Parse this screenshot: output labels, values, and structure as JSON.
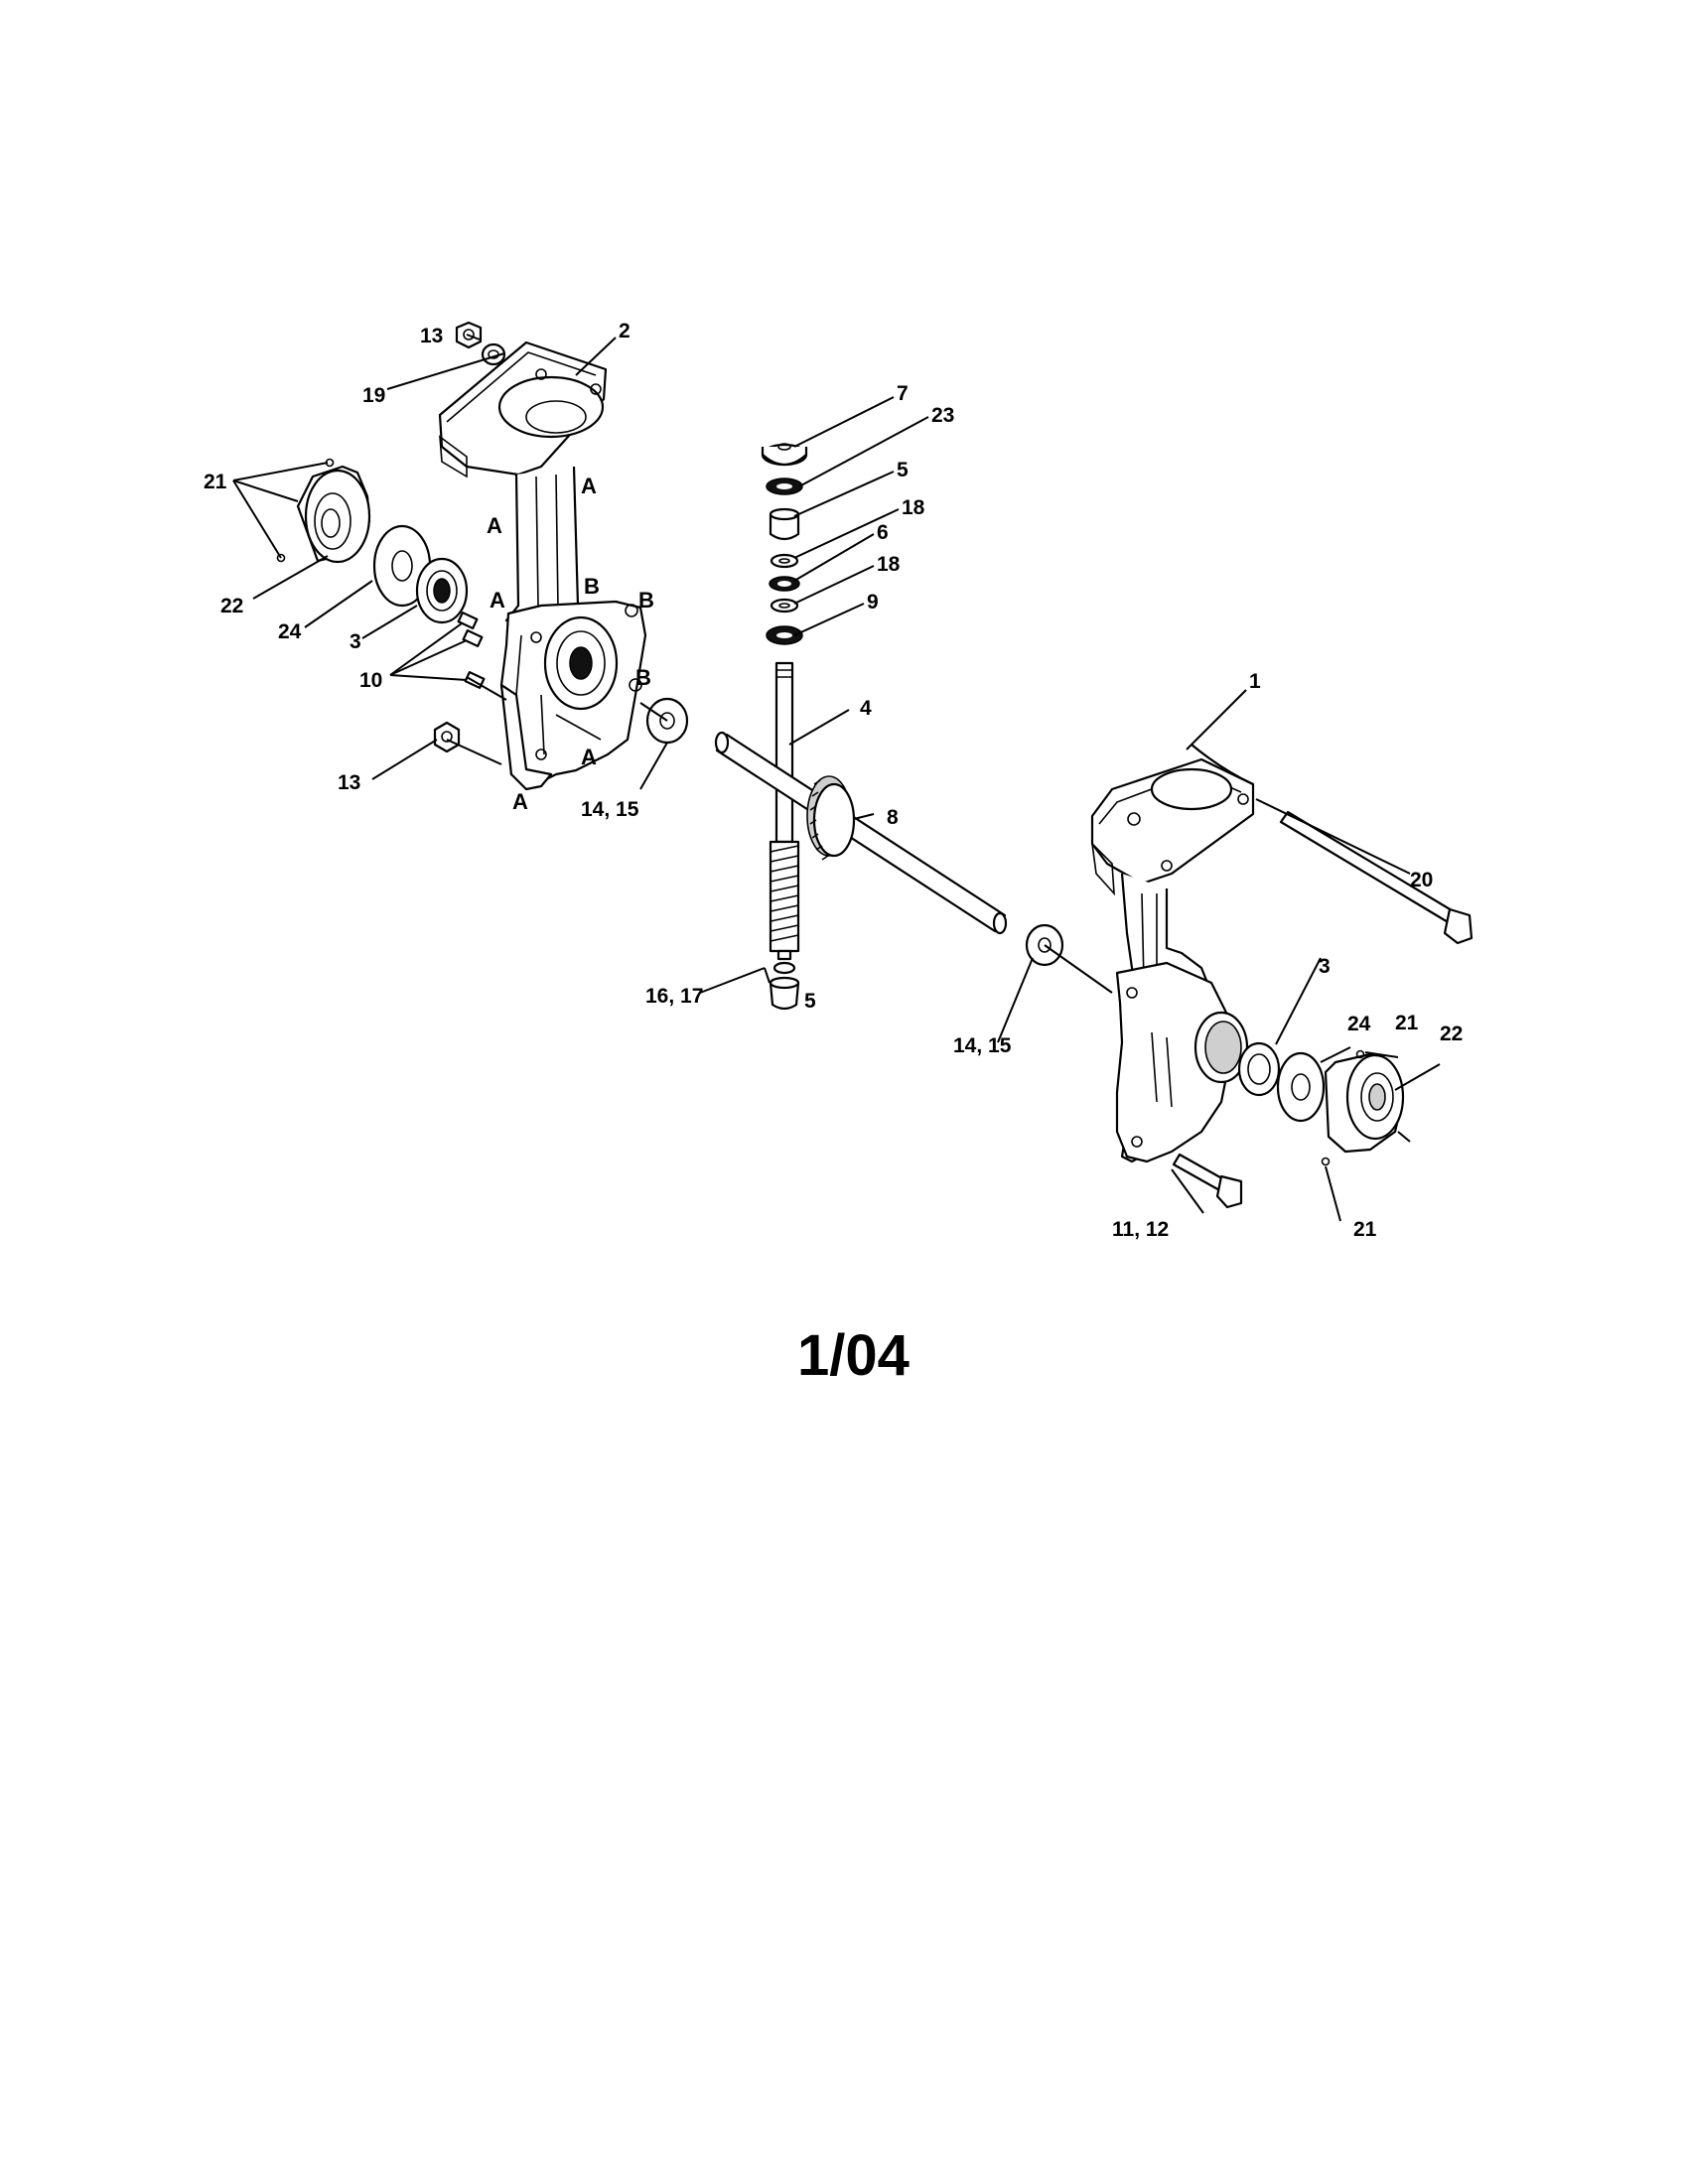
{
  "diagram": {
    "footer_code": "1/04",
    "callouts": {
      "c13a": "13",
      "c2": "2",
      "c19": "19",
      "c21a": "21",
      "c22a": "22",
      "c24a": "24",
      "c3a": "3",
      "c10": "10",
      "c13b": "13",
      "c1415a": "14, 15",
      "c7": "7",
      "c23": "23",
      "c5a": "5",
      "c18a": "18",
      "c6": "6",
      "c18b": "18",
      "c9": "9",
      "c4": "4",
      "c8": "8",
      "c1617": "16, 17",
      "c5b": "5",
      "c1415b": "14, 15",
      "c1": "1",
      "c20": "20",
      "c3b": "3",
      "c24b": "24",
      "c21b": "21",
      "c22b": "22",
      "c1112": "11, 12",
      "c21c": "21"
    },
    "mating_marks": {
      "a": "A",
      "b": "B"
    }
  }
}
